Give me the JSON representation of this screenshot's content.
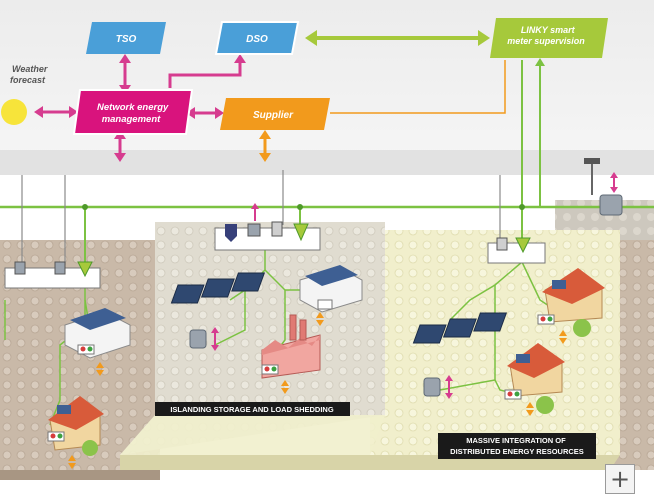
{
  "diagram": {
    "nodes": {
      "tso": "TSO",
      "dso": "DSO",
      "linky": "LINKY smart meter supervision",
      "weather": "Weather forecast",
      "network": "Network energy management",
      "supplier": "Supplier"
    },
    "areas": {
      "islanding": "ISLANDING STORAGE AND LOAD SHEDDING",
      "massive": "MASSIVE INTEGRATION OF DISTRIBUTED ENERGY RESOURCES"
    },
    "colors": {
      "tso": "#4a9fd8",
      "dso": "#4a9fd8",
      "linky": "#a6c93b",
      "network": "#d9137d",
      "supplier": "#f29a1c",
      "grid_line": "#7cc242",
      "control_arrow": "#d63c8f",
      "supply_arrow": "#f29a1c"
    }
  },
  "controls": {
    "enlarge_symbol": "+"
  }
}
